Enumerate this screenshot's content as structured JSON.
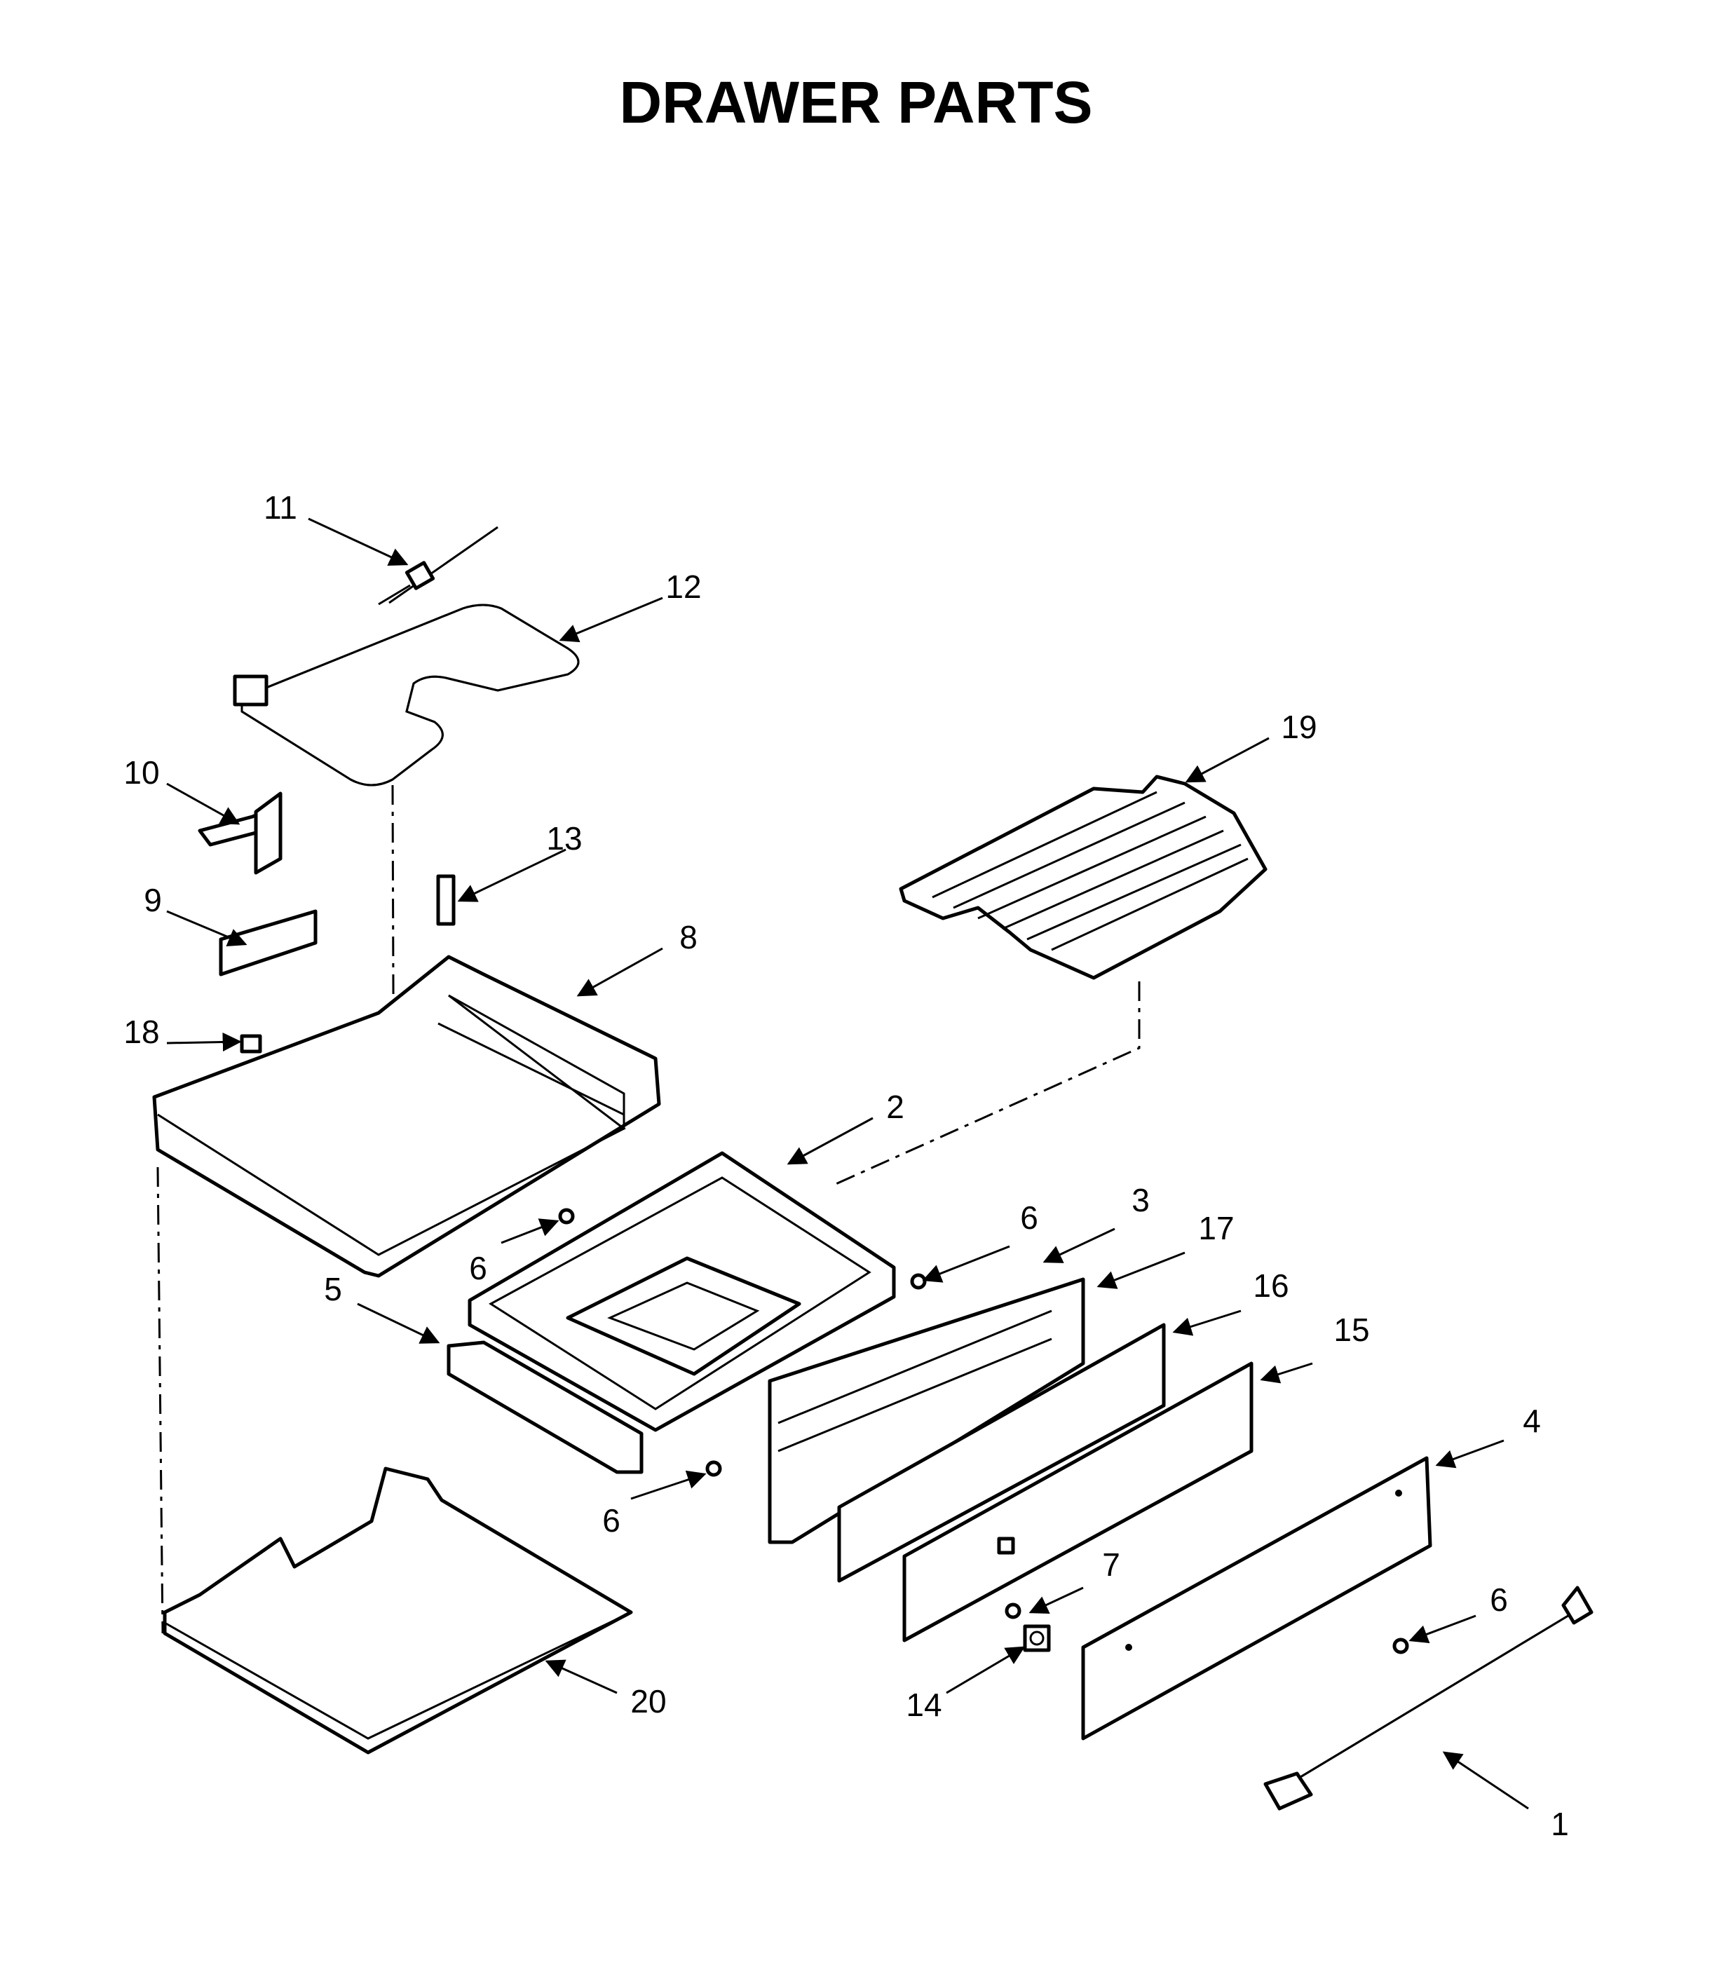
{
  "title": "DRAWER PARTS",
  "callouts": {
    "c1": "1",
    "c2": "2",
    "c3": "3",
    "c4": "4",
    "c5": "5",
    "c6a": "6",
    "c6b": "6",
    "c6c": "6",
    "c6d": "6",
    "c7": "7",
    "c8": "8",
    "c9": "9",
    "c10": "10",
    "c11": "11",
    "c12": "12",
    "c13": "13",
    "c14": "14",
    "c15": "15",
    "c16": "16",
    "c17": "17",
    "c18": "18",
    "c19": "19",
    "c20": "20"
  }
}
